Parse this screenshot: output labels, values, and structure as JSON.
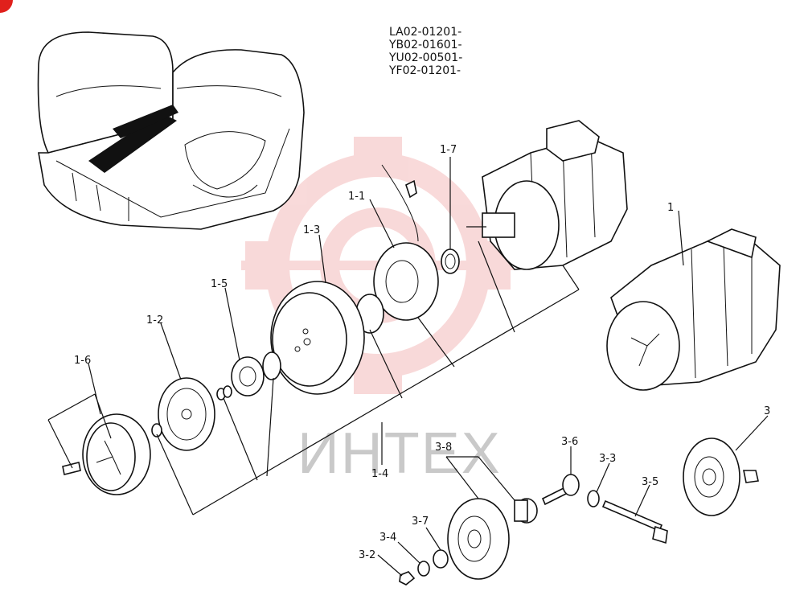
{
  "serial_ranges": [
    "LA02-01201-",
    "YB02-01601-",
    "YU02-00501-",
    "YF02-01201-"
  ],
  "watermark": {
    "text": "ИНТЕХ",
    "color": "#e8a0a0"
  },
  "part_labels": {
    "p1": "1",
    "p1_1": "1-1",
    "p1_2": "1-2",
    "p1_3": "1-3",
    "p1_4": "1-4",
    "p1_5": "1-5",
    "p1_6": "1-6",
    "p1_7": "1-7",
    "p3": "3",
    "p3_2": "3-2",
    "p3_3": "3-3",
    "p3_4": "3-4",
    "p3_5": "3-5",
    "p3_6": "3-6",
    "p3_7": "3-7",
    "p3_8": "3-8"
  },
  "corner_badge_color": "#e0201c"
}
